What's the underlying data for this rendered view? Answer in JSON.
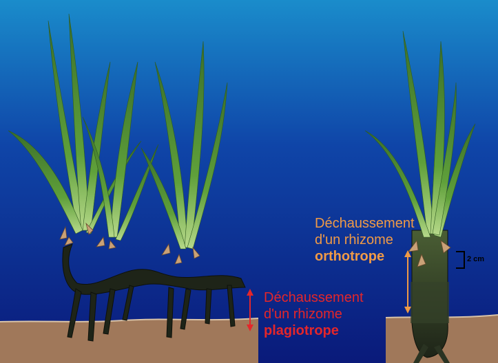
{
  "plagiotrope_label": {
    "line1": "Déchaussement",
    "line2": "d'un rhizome",
    "line3": "plagiotrope"
  },
  "orthotrope_label": {
    "line1": "Déchaussement",
    "line2": "d'un rhizome",
    "line3": "orthotrope"
  },
  "scale_label": "2 cm",
  "colors": {
    "water_top": "#1a8ccb",
    "water_bottom": "#0a1a7a",
    "sediment": "#a0785a",
    "rhizome": "#1e2418",
    "leaf": "#5fa03a",
    "orange_text": "#F09A46",
    "red_text": "#E4262A"
  }
}
